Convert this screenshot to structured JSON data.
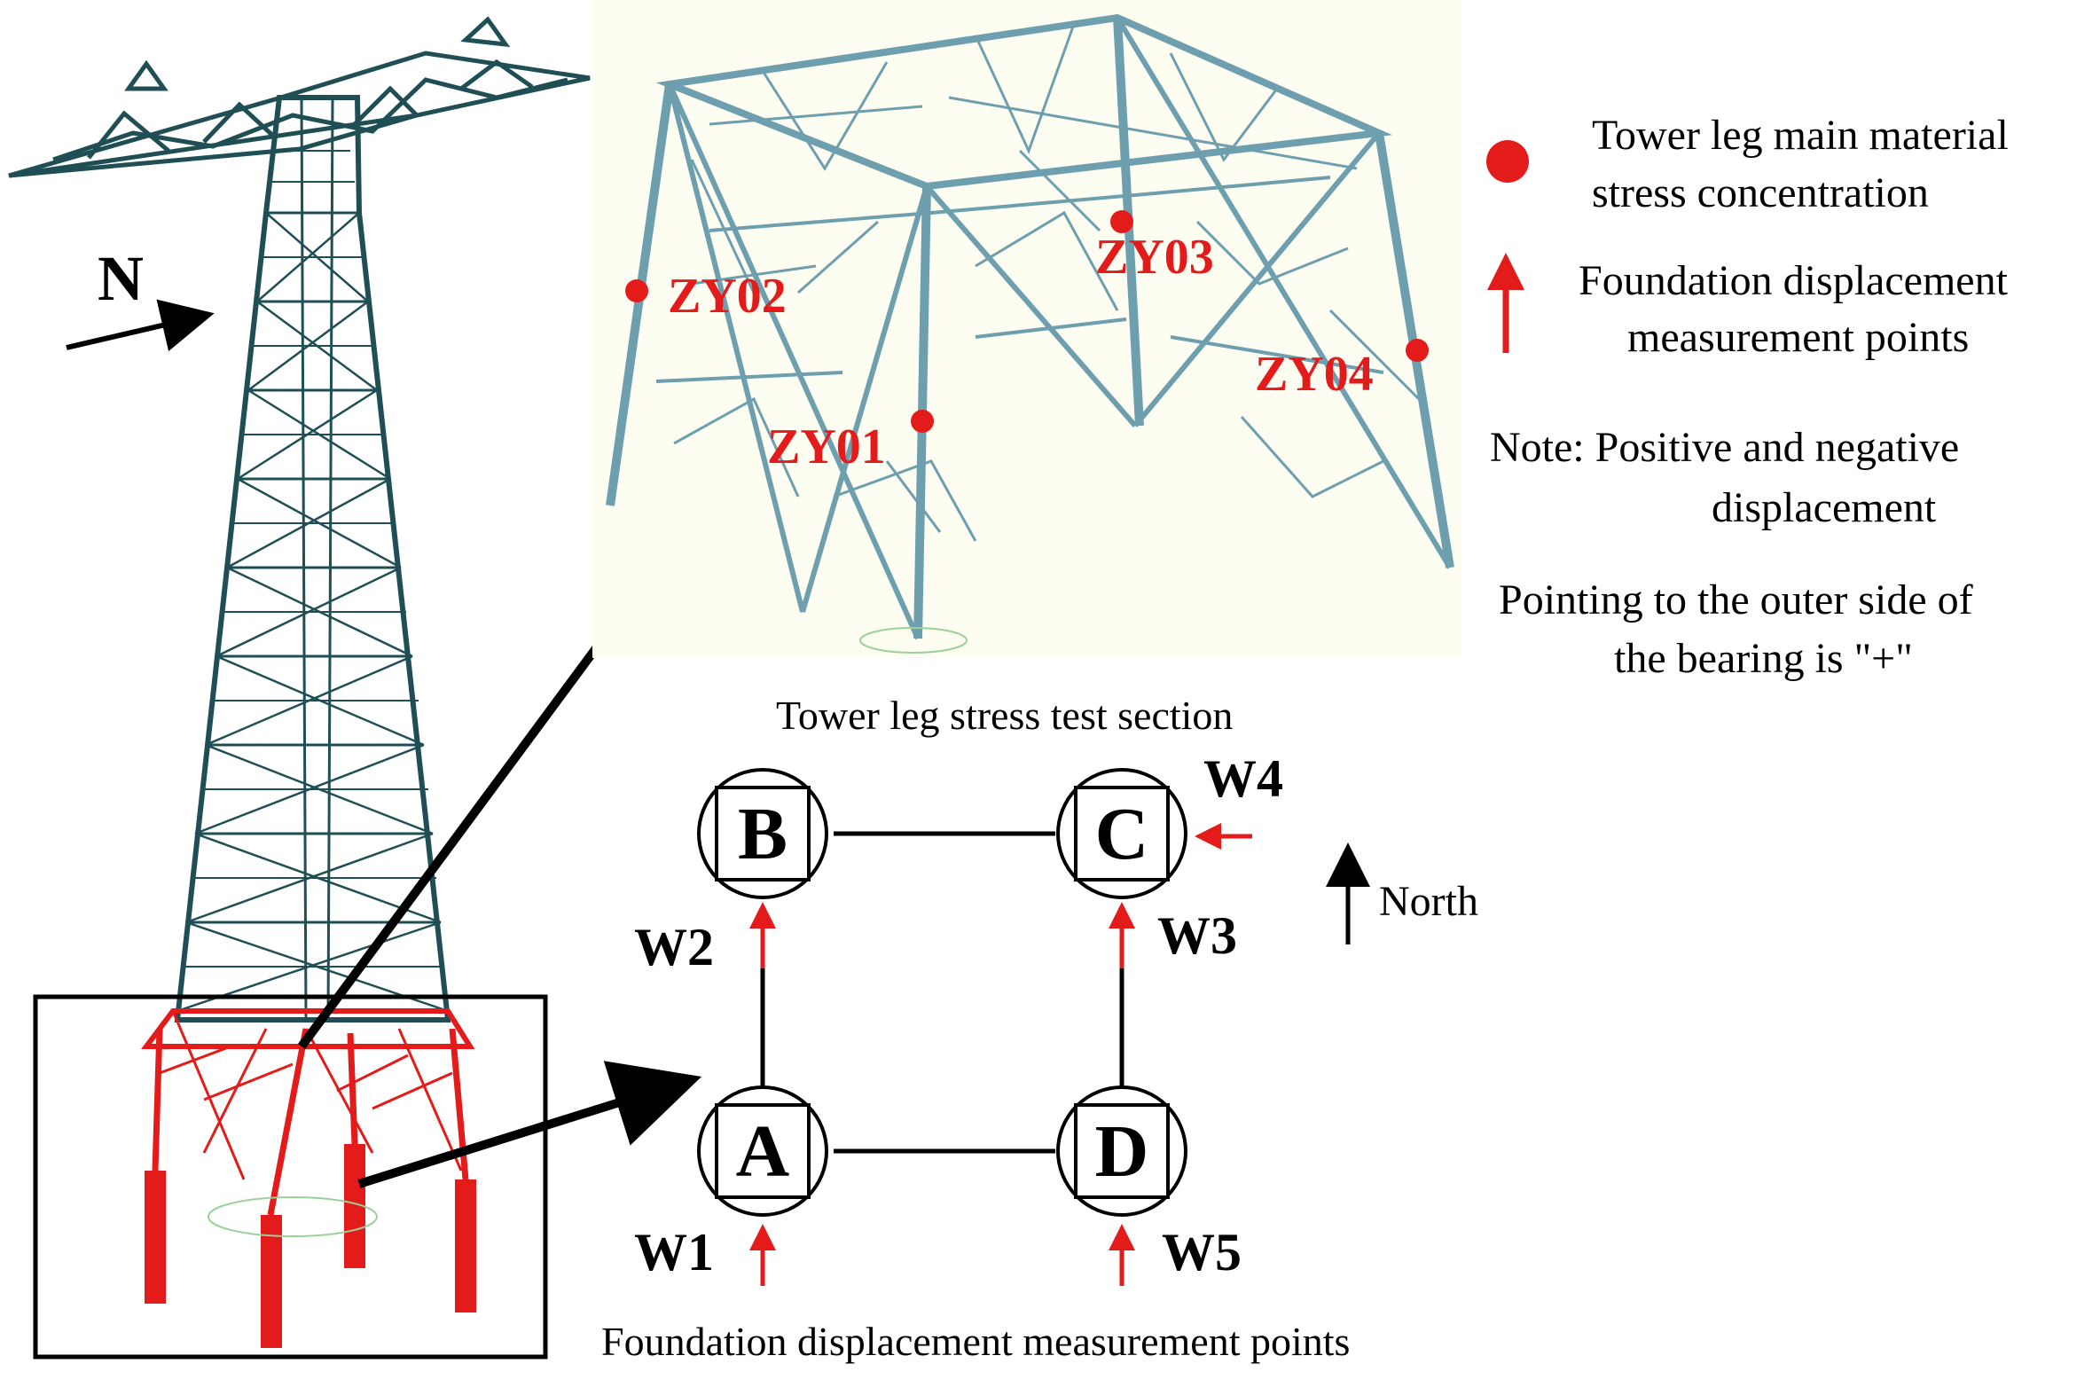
{
  "compass_label": "N",
  "stress_points": [
    {
      "id": "zy01",
      "label": "ZY01"
    },
    {
      "id": "zy02",
      "label": "ZY02"
    },
    {
      "id": "zy03",
      "label": "ZY03"
    },
    {
      "id": "zy04",
      "label": "ZY04"
    }
  ],
  "legend": {
    "stress_line1": "Tower leg main material",
    "stress_line2": "stress concentration",
    "foundation_line1": "Foundation displacement",
    "foundation_line2": "measurement points",
    "note_line1": "Note:  Positive and negative",
    "note_line2": "displacement",
    "note_line3": "Pointing to the outer side of",
    "note_line4": "the bearing is \"+\""
  },
  "plan": {
    "title": "Tower leg stress test section",
    "caption": "Foundation displacement measurement points",
    "nodes": {
      "a": "A",
      "b": "B",
      "c": "C",
      "d": "D"
    },
    "w": {
      "w1": "W1",
      "w2": "W2",
      "w3": "W3",
      "w4": "W4",
      "w5": "W5"
    },
    "north_label": "North"
  },
  "colors": {
    "tower_upper": "#1f4f55",
    "tower_leg": "#e41b1b",
    "detail_steel": "#6e9fae",
    "detail_bg": "#fdfdf1",
    "marker": "#e41b1b"
  }
}
